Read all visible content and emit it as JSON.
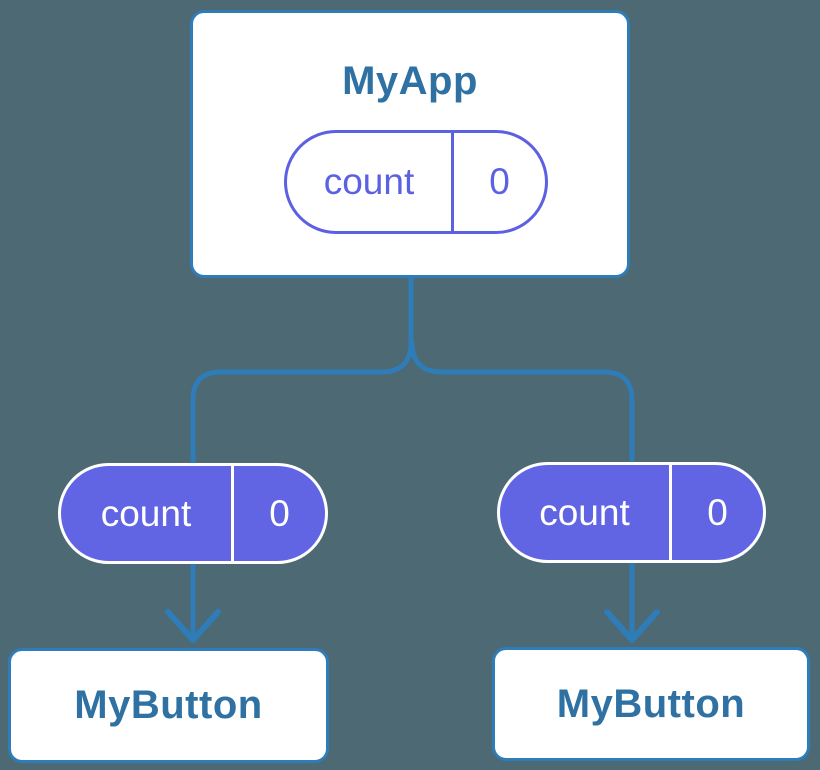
{
  "diagram": {
    "type": "component-tree-state-diagram",
    "background_color": "#4d6974",
    "colors": {
      "connector_blue": "#2e7cb8",
      "card_border_blue": "#2e7cb8",
      "node_text_blue": "#2e71a2",
      "state_pill_purple": "#5c60e2",
      "prop_pill_fill_purple": "#6165e4",
      "card_fill": "#ffffff",
      "prop_pill_text": "#ffffff"
    },
    "tree": {
      "root": {
        "title": "MyApp",
        "state": {
          "label": "count",
          "value": "0"
        }
      },
      "children": [
        {
          "title": "MyButton",
          "prop": {
            "label": "count",
            "value": "0"
          }
        },
        {
          "title": "MyButton",
          "prop": {
            "label": "count",
            "value": "0"
          }
        }
      ]
    }
  }
}
